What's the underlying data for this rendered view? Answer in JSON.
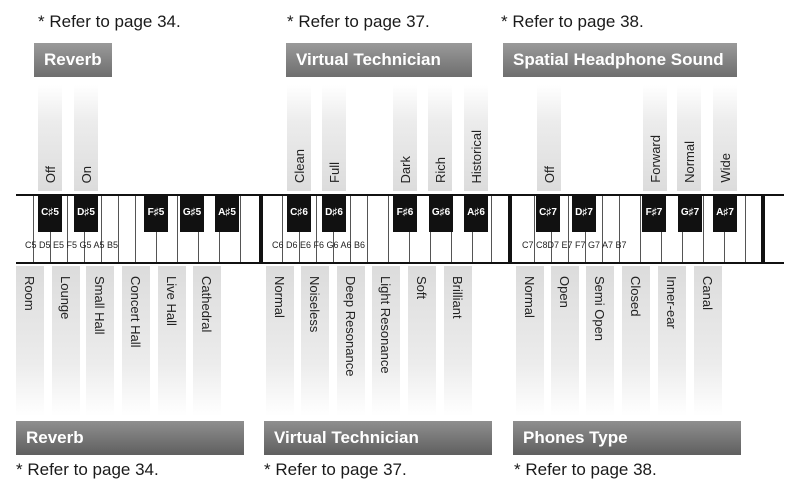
{
  "refs_top": [
    "* Refer to page 34.",
    "* Refer to page 37.",
    "* Refer to page 38."
  ],
  "refs_bottom": [
    "* Refer to page 34.",
    "* Refer to page 37.",
    "* Refer to page 38."
  ],
  "headers_top": [
    "Reverb",
    "Virtual Technician",
    "Spatial Headphone Sound"
  ],
  "headers_bottom": [
    "Reverb",
    "Virtual Technician",
    "Phones Type"
  ],
  "top_options": {
    "reverb": [
      "Off",
      "On"
    ],
    "virtual_technician": [
      "Clean",
      "Full",
      "Dark",
      "Rich",
      "Historical"
    ],
    "spatial": [
      "Off",
      "Forward",
      "Normal",
      "Wide"
    ]
  },
  "bottom_options": {
    "reverb": [
      "Room",
      "Lounge",
      "Small Hall",
      "Concert Hall",
      "Live Hall",
      "Cathedral"
    ],
    "virtual_technician": [
      "Normal",
      "Noiseless",
      "Deep Resonance",
      "Light Resonance",
      "Soft",
      "Brilliant"
    ],
    "phones_type": [
      "Normal",
      "Open",
      "Semi Open",
      "Closed",
      "Inner-ear",
      "Canal"
    ]
  },
  "keyboard": {
    "black_keys": [
      "C♯5",
      "D♯5",
      "F♯5",
      "G♯5",
      "A♯5",
      "C♯6",
      "D♯6",
      "F♯6",
      "G♯6",
      "A♯6",
      "C♯7",
      "D♯7",
      "F♯7",
      "G♯7",
      "A♯7"
    ],
    "white_note_rows": [
      "C5 D5 E5 F5 G5 A5 B5",
      "C6 D6 E6 F6 G6 A6 B6",
      "C7 C8D7 E7 F7 G7 A7 B7"
    ]
  }
}
